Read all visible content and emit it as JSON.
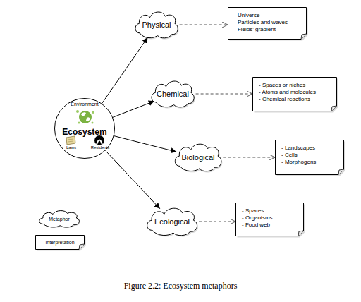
{
  "diagram": {
    "caption": "Figure 2.2: Ecosystem metaphors",
    "nodes": [
      {
        "text": [
          "Environment",
          "Ecosystem",
          "Laws",
          "Residents"
        ]
      },
      {
        "text": [
          "Physical"
        ]
      },
      {
        "text": [
          "- Universe",
          "- Particles and waves",
          "- Fields' gradient"
        ]
      },
      {
        "text": [
          "Chemical"
        ]
      },
      {
        "text": [
          "- Spaces or niches",
          "- Atoms and molecules",
          "- Chemical reactions"
        ]
      },
      {
        "text": [
          "Biological"
        ]
      },
      {
        "text": [
          "- Landscapes",
          "- Cells",
          "- Morphogens"
        ]
      },
      {
        "text": [
          "Ecological"
        ]
      },
      {
        "text": [
          "- Spaces",
          "- Organisms",
          "- Food web"
        ]
      }
    ],
    "edges": [
      {
        "from": 0,
        "to": 1,
        "arrow": "to"
      },
      {
        "from": 1,
        "to": 2,
        "arrow": "to"
      },
      {
        "from": 0,
        "to": 3,
        "arrow": "to"
      },
      {
        "from": 3,
        "to": 4,
        "arrow": "to"
      },
      {
        "from": 0,
        "to": 5,
        "arrow": "to"
      },
      {
        "from": 5,
        "to": 6,
        "arrow": "to"
      },
      {
        "from": 0,
        "to": 7,
        "arrow": "to"
      },
      {
        "from": 7,
        "to": 8,
        "arrow": "to"
      }
    ],
    "legend": [
      {
        "text": "Metaphor"
      },
      {
        "text": "Interpretation"
      }
    ]
  }
}
